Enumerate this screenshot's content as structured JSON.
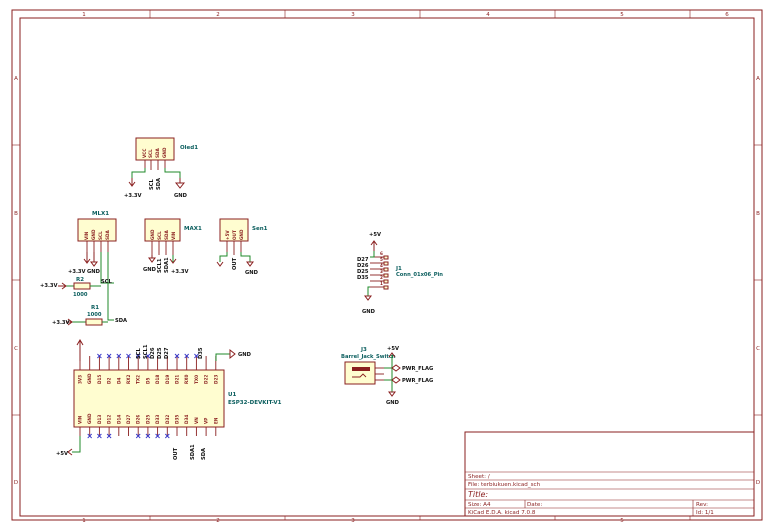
{
  "frame": {
    "columns": [
      "1",
      "2",
      "3",
      "4",
      "5",
      "6"
    ],
    "rows": [
      "A",
      "B",
      "C",
      "D"
    ]
  },
  "title_block": {
    "sheet": "Sheet: /",
    "file": "File: terbiukuen.kicad_sch",
    "title": "Title:",
    "size": "Size: A4",
    "date": "Date:",
    "rev": "Rev:",
    "tool": "KiCad E.D.A.  kicad 7.0.8",
    "id": "Id: 1/1"
  },
  "components": {
    "oled": {
      "ref": "Oled1",
      "pins": [
        "VCC",
        "SCL",
        "SDA",
        "GND"
      ]
    },
    "mlx": {
      "ref": "MLX1",
      "pins": [
        "VIN",
        "GND",
        "SCL",
        "SDA"
      ]
    },
    "max": {
      "ref": "MAX1",
      "pins": [
        "GND",
        "SCL",
        "SDA",
        "VIN"
      ]
    },
    "sen": {
      "ref": "Sen1",
      "pins": [
        "+5V",
        "OUT",
        "GND"
      ]
    },
    "r2": {
      "ref": "R2",
      "value": "1000"
    },
    "r1": {
      "ref": "R1",
      "value": "1000"
    },
    "j1": {
      "ref": "J1",
      "value": "Conn_01x06_Pin",
      "pins": [
        "6",
        "5",
        "4",
        "3",
        "2",
        "1"
      ]
    },
    "j3": {
      "ref": "J3",
      "value": "Barrel_Jack_Switch"
    },
    "u1": {
      "ref": "U1",
      "value": "ESP32-DEVKIT-V1",
      "top_pins": [
        "3V3",
        "GND",
        "D15",
        "D2",
        "D4",
        "RX2",
        "TX2",
        "D5",
        "D18",
        "D19",
        "D21",
        "RX0",
        "TX0",
        "D22",
        "D23"
      ],
      "bottom_pins": [
        "VIN",
        "GND",
        "D13",
        "D12",
        "D14",
        "D27",
        "D26",
        "D25",
        "D33",
        "D32",
        "D35",
        "D34",
        "VN",
        "VP",
        "EN"
      ]
    }
  },
  "nets": {
    "p33": "+3.3V",
    "p5": "+5V",
    "gnd": "GND",
    "scl": "SCL",
    "sda": "SDA",
    "scl1": "SCL1",
    "sda1": "SDA1",
    "out": "OUT",
    "d27": "D27",
    "d26": "D26",
    "d25": "D25",
    "d35": "D35",
    "pwr_flag": "PWR_FLAG"
  }
}
